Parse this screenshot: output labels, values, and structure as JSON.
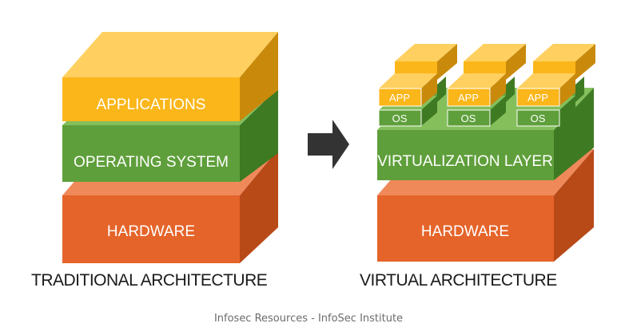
{
  "traditional": {
    "caption": "TRADITIONAL ARCHITECTURE",
    "layers": {
      "applications": "APPLICATIONS",
      "operating_system": "OPERATING SYSTEM",
      "hardware": "HARDWARE"
    }
  },
  "virtual": {
    "caption": "VIRTUAL ARCHITECTURE",
    "layers": {
      "virtualization": "VIRTUALIZATION LAYER",
      "hardware": "HARDWARE"
    },
    "vm_stacks": [
      {
        "app": "APP",
        "os": "OS"
      },
      {
        "app": "APP",
        "os": "OS"
      },
      {
        "app": "APP",
        "os": "OS"
      }
    ]
  },
  "arrow_icon": "right-arrow-icon",
  "credit": "Infosec Resources - InfoSec Institute",
  "colors": {
    "applications": "#fbb61a",
    "operating_system": "#5f9f3b",
    "hardware": "#e5642a",
    "arrow": "#333333"
  }
}
